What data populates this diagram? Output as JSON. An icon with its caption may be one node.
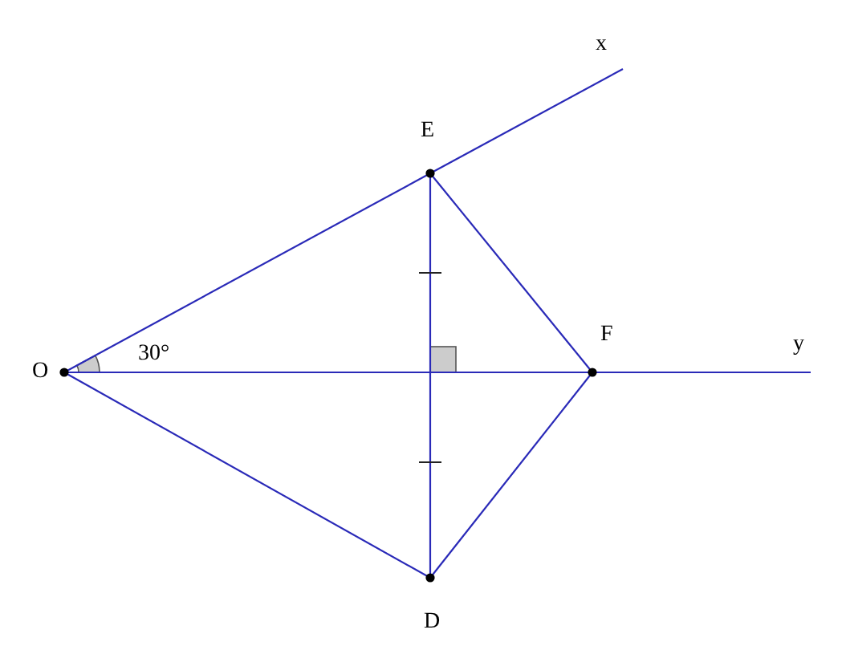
{
  "diagram": {
    "nodes": [
      {
        "text": [
          "O"
        ]
      },
      {
        "text": [
          "E"
        ]
      },
      {
        "text": [
          "F"
        ]
      },
      {
        "text": [
          "D"
        ]
      },
      {
        "text": [
          "x"
        ]
      },
      {
        "text": [
          "y"
        ]
      }
    ],
    "edges": [
      {
        "from": 0,
        "to": 1,
        "arrow": "none"
      },
      {
        "from": 1,
        "to": 4,
        "arrow": "none"
      },
      {
        "from": 0,
        "to": 2,
        "arrow": "none"
      },
      {
        "from": 2,
        "to": 5,
        "arrow": "none"
      },
      {
        "from": 0,
        "to": 3,
        "arrow": "none"
      },
      {
        "from": 1,
        "to": 3,
        "arrow": "none"
      },
      {
        "from": 1,
        "to": 2,
        "arrow": "none"
      },
      {
        "from": 2,
        "to": 3,
        "arrow": "none"
      }
    ],
    "labels": [
      "30°"
    ]
  }
}
